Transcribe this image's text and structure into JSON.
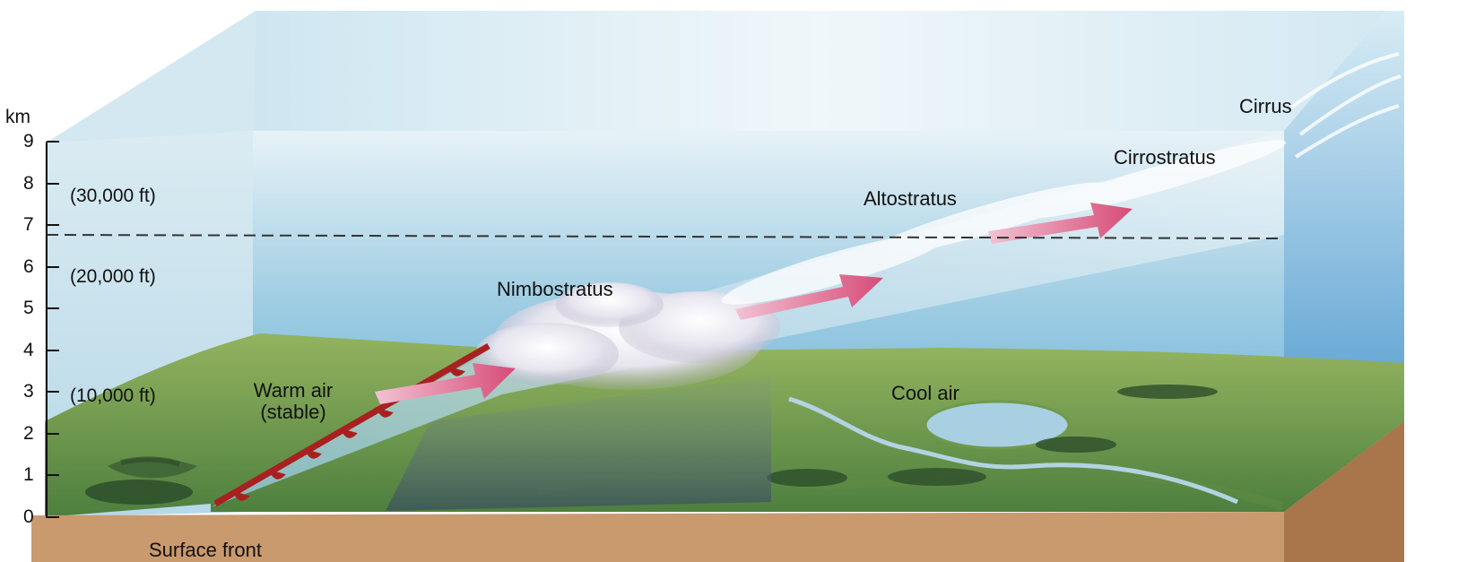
{
  "axis": {
    "unit": "km",
    "ticks": [
      "9",
      "8",
      "7",
      "6",
      "5",
      "4",
      "3",
      "2",
      "1",
      "0"
    ],
    "feet_labels": [
      "(30,000 ft)",
      "(20,000 ft)",
      "(10,000 ft)"
    ]
  },
  "labels": {
    "cirrus": "Cirrus",
    "cirrostratus": "Cirrostratus",
    "altostratus": "Altostratus",
    "nimbostratus": "Nimbostratus",
    "warm_air_line1": "Warm air",
    "warm_air_line2": "(stable)",
    "cool_air": "Cool air",
    "surface_front": "Surface front"
  },
  "colors": {
    "sky_top": "#dfeef5",
    "sky_mid": "#8cc3e0",
    "sky_deep": "#4d9fd2",
    "ground_green": "#6f9a4a",
    "soil": "#c99a6e",
    "front_line": "#a8201f",
    "arrow_pink": "#d9587f",
    "lake": "#a9cfe3"
  }
}
